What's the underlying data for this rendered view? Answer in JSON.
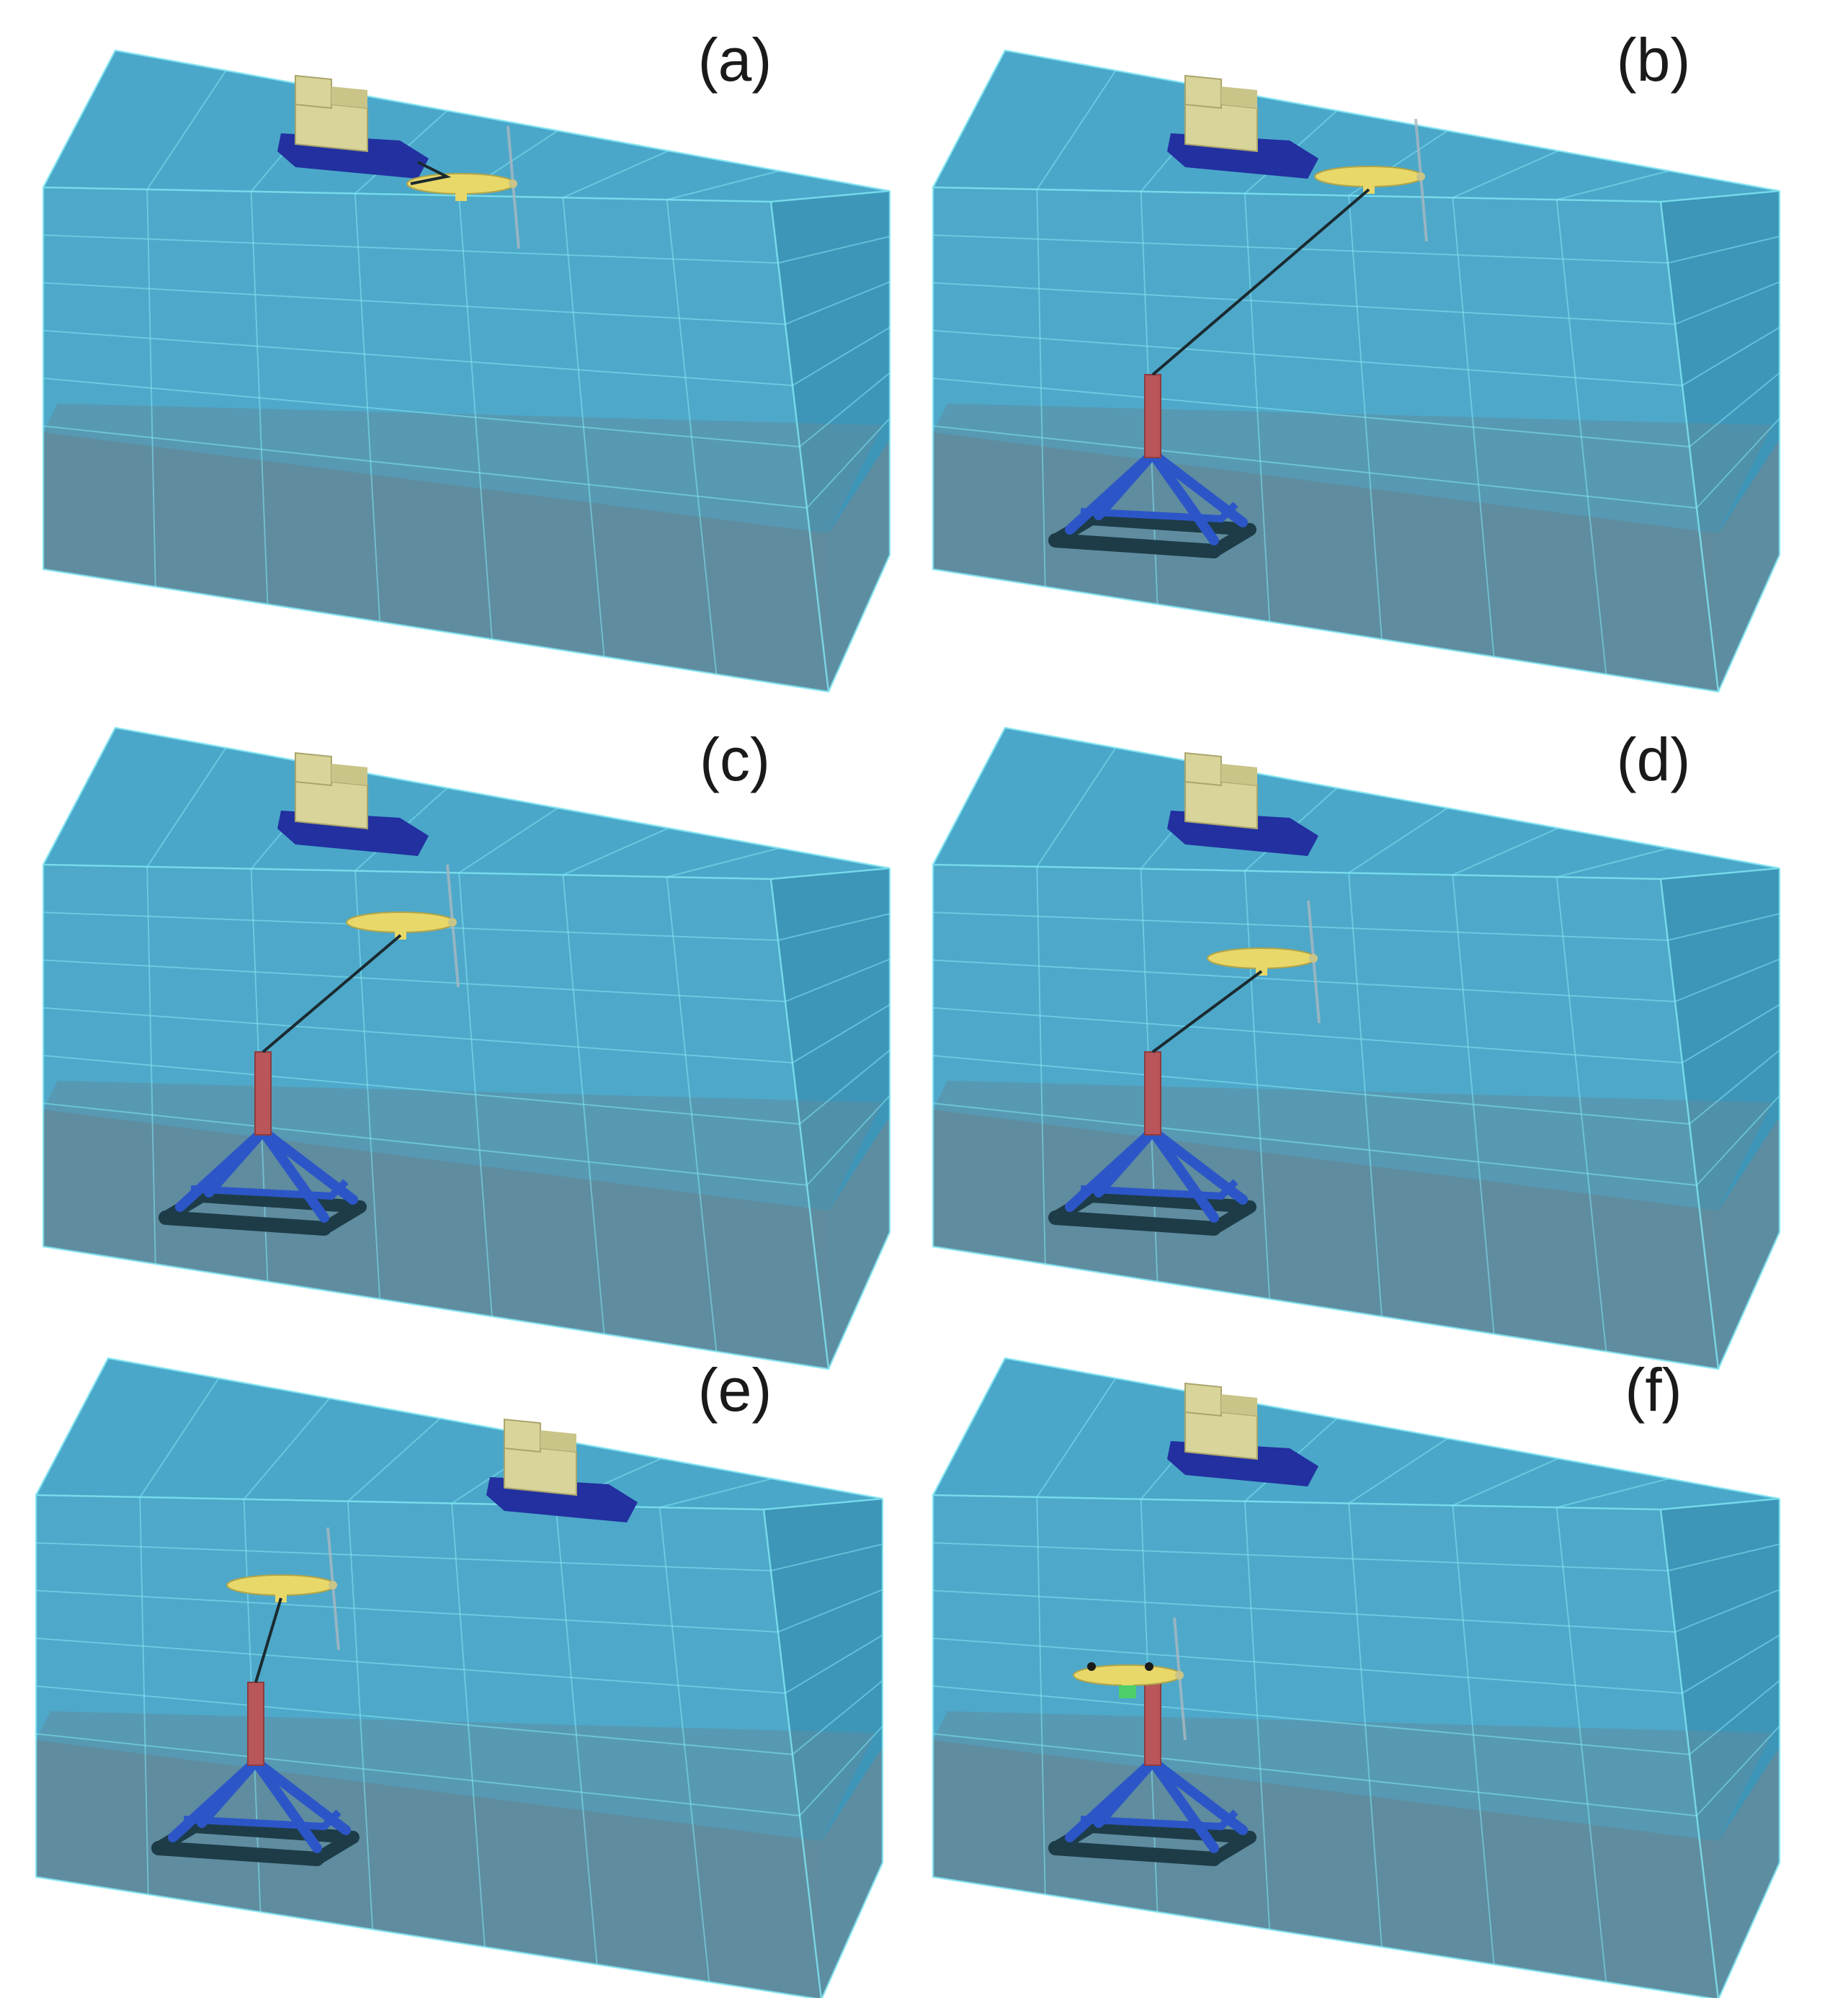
{
  "figure": {
    "panels": [
      {
        "id": "a",
        "label": "(a)",
        "stage": "tow",
        "ship_position": "left",
        "turbine_depth": "surface",
        "foundation": false,
        "tether": "ship-to-turbine"
      },
      {
        "id": "b",
        "label": "(b)",
        "stage": "tether-attached",
        "ship_position": "left",
        "turbine_depth": "surface",
        "foundation": true,
        "tether": "turbine-to-foundation"
      },
      {
        "id": "c",
        "label": "(c)",
        "stage": "descent-1",
        "ship_position": "left",
        "turbine_depth": "upper",
        "foundation": true,
        "tether": "turbine-to-foundation"
      },
      {
        "id": "d",
        "label": "(d)",
        "stage": "descent-2",
        "ship_position": "left",
        "turbine_depth": "mid",
        "foundation": true,
        "tether": "turbine-to-foundation"
      },
      {
        "id": "e",
        "label": "(e)",
        "stage": "descent-3",
        "ship_position": "right",
        "turbine_depth": "lower",
        "foundation": true,
        "tether": "turbine-to-foundation"
      },
      {
        "id": "f",
        "label": "(f)",
        "stage": "docked",
        "ship_position": "left",
        "turbine_depth": "docked",
        "foundation": true,
        "tether": "none"
      }
    ],
    "colors": {
      "water_face": "#45a3c6",
      "water_top": "#4aa7c9",
      "water_side": "#3d95b8",
      "seabed": "#5f8c9f",
      "grid": "#7fe6f2",
      "ship_hull": "#2230a0",
      "ship_cabin": "#d8d49a",
      "turbine_body": "#e8d86a",
      "tether": "#1b2a30",
      "riser": "#b8565a",
      "frame_legs": "#2c56c8",
      "frame_base": "#1d3c48",
      "dock_clamp": "#4fcf6a"
    }
  }
}
